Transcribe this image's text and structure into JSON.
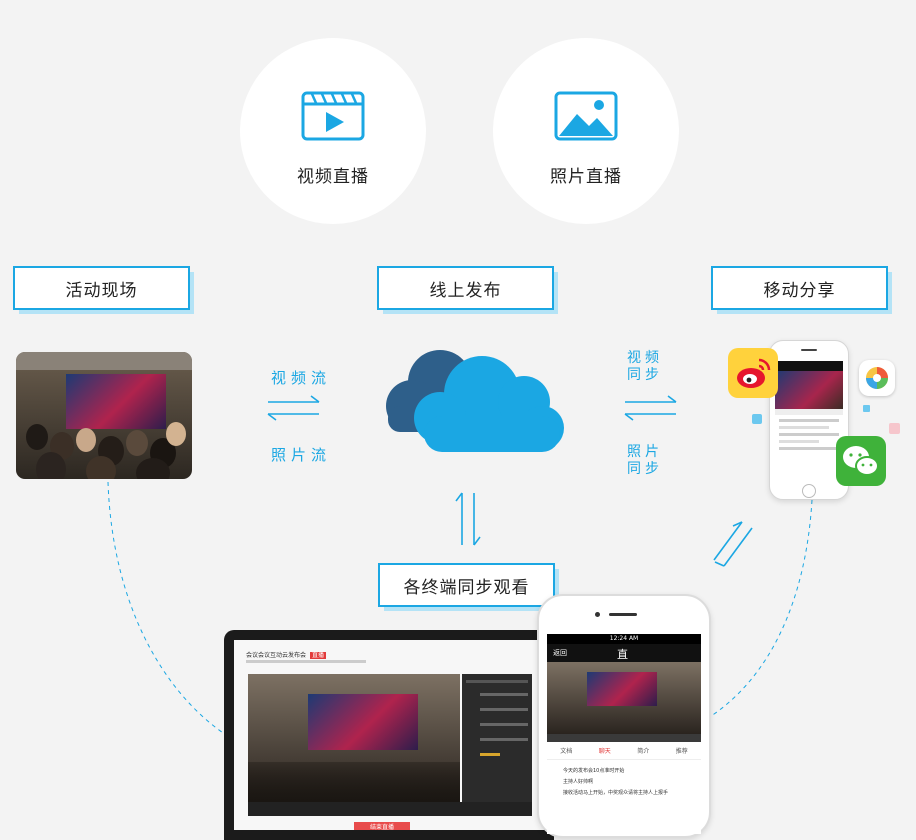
{
  "top_circles": [
    {
      "label": "视频直播",
      "icon": "video-clapper-icon"
    },
    {
      "label": "照片直播",
      "icon": "image-icon"
    }
  ],
  "boxes": {
    "scene": "活动现场",
    "online": "线上发布",
    "mobile": "移动分享",
    "terminals": "各终端同步观看"
  },
  "flows": {
    "video_stream": "视频流",
    "photo_stream": "照片流",
    "video_sync_1": "视频",
    "video_sync_2": "同步",
    "photo_sync_1": "照片",
    "photo_sync_2": "同步"
  },
  "laptop": {
    "title": "会议会议互动云发布会",
    "live_badge": "直播",
    "button": "结束直播"
  },
  "phone": {
    "time": "12:24 AM",
    "title": "直",
    "back": "返回",
    "tabs": [
      "文档",
      "聊天",
      "简介",
      "推荐"
    ],
    "messages": [
      "今天的发布会10点准时开始",
      "主持人好帅啊",
      "接收活动马上开始，中奖观众请将主持人上报手"
    ]
  },
  "colors": {
    "accent": "#1ba7e3",
    "cloud_dark": "#2e5f8a",
    "cloud_light": "#1ba7e3",
    "background": "#f3f3f3"
  }
}
